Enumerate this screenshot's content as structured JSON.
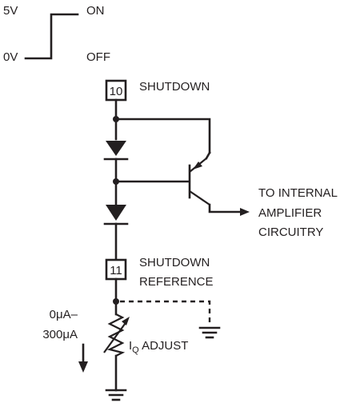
{
  "shutdown_signal": {
    "high_voltage": "5V",
    "low_voltage": "0V",
    "on_label": "ON",
    "off_label": "OFF"
  },
  "pins": [
    {
      "number": "10",
      "name": "SHUTDOWN"
    },
    {
      "number": "11",
      "name_line1": "SHUTDOWN",
      "name_line2": "REFERENCE"
    }
  ],
  "output": {
    "line1": "TO INTERNAL",
    "line2": "AMPLIFIER",
    "line3": "CIRCUITRY"
  },
  "current_range": {
    "line1": "0μA–",
    "line2": "300μA"
  },
  "resistor_label": {
    "prefix": "I",
    "subscript": "Q",
    "suffix": " ADJUST"
  }
}
